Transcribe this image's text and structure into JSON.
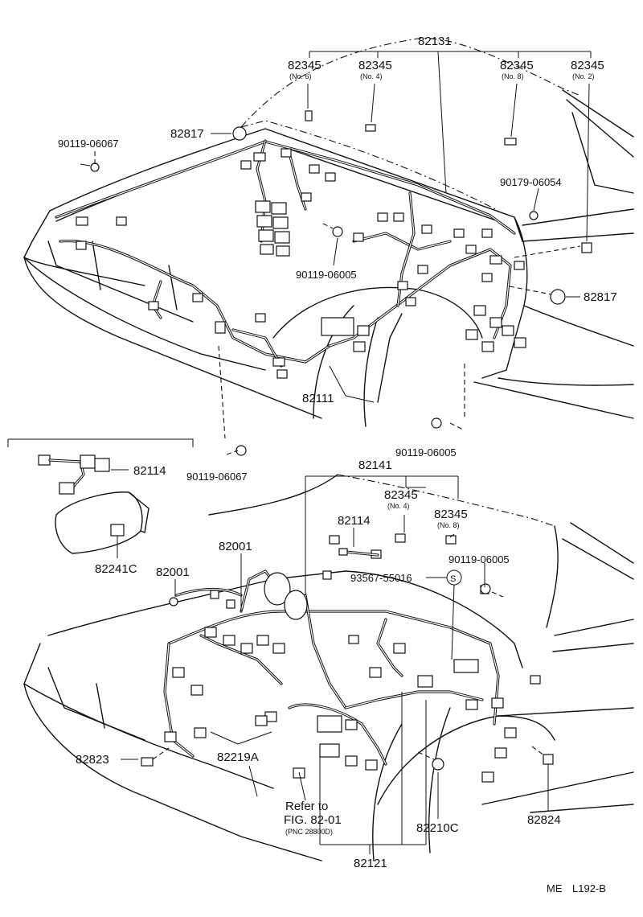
{
  "labels": {
    "p82131": "82131",
    "p82345_a": "82345",
    "p82345_a_sub": "(No. 6)",
    "p82345_b": "82345",
    "p82345_b_sub": "(No. 4)",
    "p82345_c": "82345",
    "p82345_c_sub": "(No. 8)",
    "p82345_d": "82345",
    "p82345_d_sub": "(No. 2)",
    "p90119_06067_top": "90119-06067",
    "p82817_top": "82817",
    "p90179_06054": "90179-06054",
    "p90119_06005_mid": "90119-06005",
    "p82817_right": "82817",
    "p82111": "82111",
    "p90119_06005_low": "90119-06005",
    "p82114_inset": "82114",
    "p90119_06067_low": "90119-06067",
    "p82241c": "82241C",
    "p82141": "82141",
    "p82345_e": "82345",
    "p82345_e_sub": "(No. 4)",
    "p82345_f": "82345",
    "p82345_f_sub": "(No. 8)",
    "p82114": "82114",
    "p82001_a": "82001",
    "p82001_b": "82001",
    "p90119_06005_bot": "90119-06005",
    "p93567": "93567-55016",
    "p_s_mark": "S",
    "p82823": "82823",
    "p82219a": "82219A",
    "refer1": "Refer to",
    "refer2": "FIG. 82-01",
    "refer3": "(PNC 28800D)",
    "p82210c": "82210C",
    "p82121": "82121",
    "p82824": "82824",
    "footer_code": "ME",
    "footer_page": "L192-B"
  }
}
